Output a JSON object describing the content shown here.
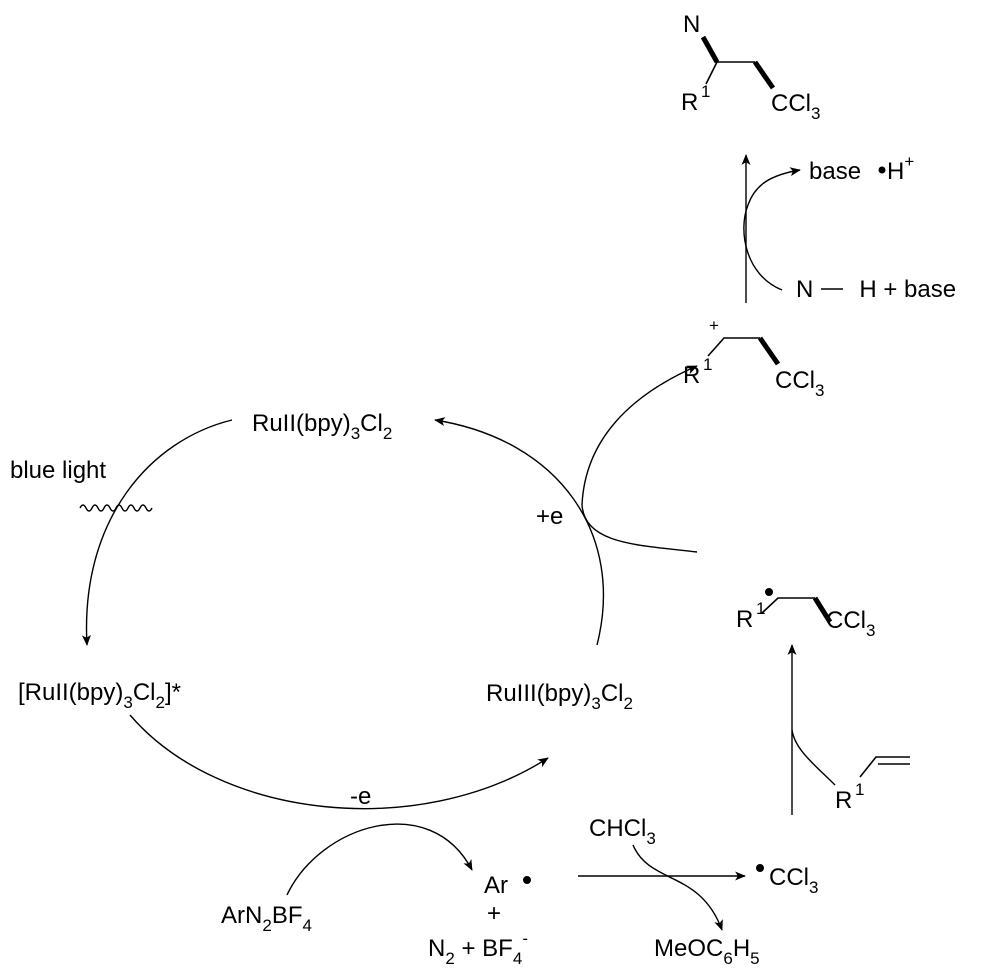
{
  "catalyst": {
    "ru2": {
      "main": "RuII(bpy)",
      "s1": "3",
      "mid": "Cl",
      "s2": "2"
    },
    "ru2_excited": {
      "pre": "[RuII(bpy)",
      "s1": "3",
      "mid": "Cl",
      "s2": "2",
      "post": "]*"
    },
    "ru3": {
      "main": "RuIII(bpy)",
      "s1": "3",
      "mid": "Cl",
      "s2": "2"
    }
  },
  "conditions": {
    "light": "blue light",
    "minus_e": "-e",
    "plus_e": "+e"
  },
  "reagents": {
    "diazonium": {
      "a": "ArN",
      "s1": "2",
      "b": "BF",
      "s2": "4"
    },
    "aryl_radical": "Ar",
    "plus_sign": "+",
    "byproducts": {
      "a": "N",
      "s1": "2",
      "b": " + BF",
      "s2": "4",
      "sup": "-"
    },
    "chloroform": {
      "a": "CHCl",
      "s": "3"
    },
    "anisole": {
      "a": "MeOC",
      "s1": "6",
      "b": "H",
      "s2": "5"
    },
    "ccl3_radical": {
      "a": "CCl",
      "s": "3"
    },
    "nitrogen_nucleophile": {
      "n": "N",
      "h": "H",
      "post": " + base"
    },
    "protonated_base": {
      "a": "base",
      "b": "H",
      "sup": "+"
    }
  },
  "structures": {
    "r_label": "R",
    "r_sup": "1",
    "ccl3": "CCl",
    "ccl3_sub": "3",
    "cation_charge": "+",
    "imine_n": "N"
  }
}
